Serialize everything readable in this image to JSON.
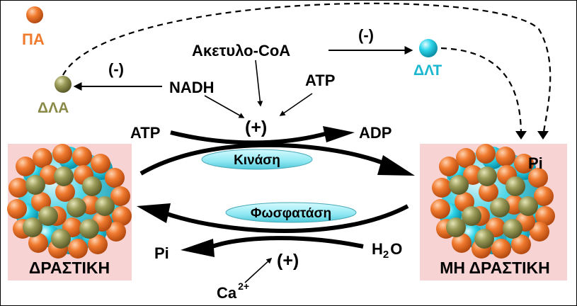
{
  "molecules": {
    "pa": "ΠΑ",
    "dla": "ΔΛΑ",
    "dlt": "ΔΛΤ",
    "acetyl_coa": "Ακετυλο-CoA",
    "nadh": "NADH",
    "atp_top": "ATP",
    "atp_left": "ATP",
    "adp": "ADP",
    "pi_right": "Pi",
    "pi_left": "Pi",
    "h2o_base": "H",
    "h2o_sub": "2",
    "h2o_tail": "O",
    "ca_base": "Ca",
    "ca_sup": "2+"
  },
  "regulation": {
    "inhibit_dla": "(-)",
    "inhibit_dlt": "(-)",
    "activate_kinase": "(+)",
    "activate_phosphatase": "(+)"
  },
  "enzymes": {
    "kinase": "Κινάση",
    "phosphatase": "Φωσφατάση"
  },
  "states": {
    "active": "ΔΡΑΣΤΙΚΗ",
    "inactive": "ΜΗ ΔΡΑΣΤΙΚΗ"
  },
  "colors": {
    "pa": "#f07a2e",
    "dla": "#8a8a48",
    "dlt": "#1ab8d0",
    "panel": "#f7d3d3",
    "enzyme": "#8ee8f2",
    "cyan_sphere": "#2fd6ea"
  }
}
